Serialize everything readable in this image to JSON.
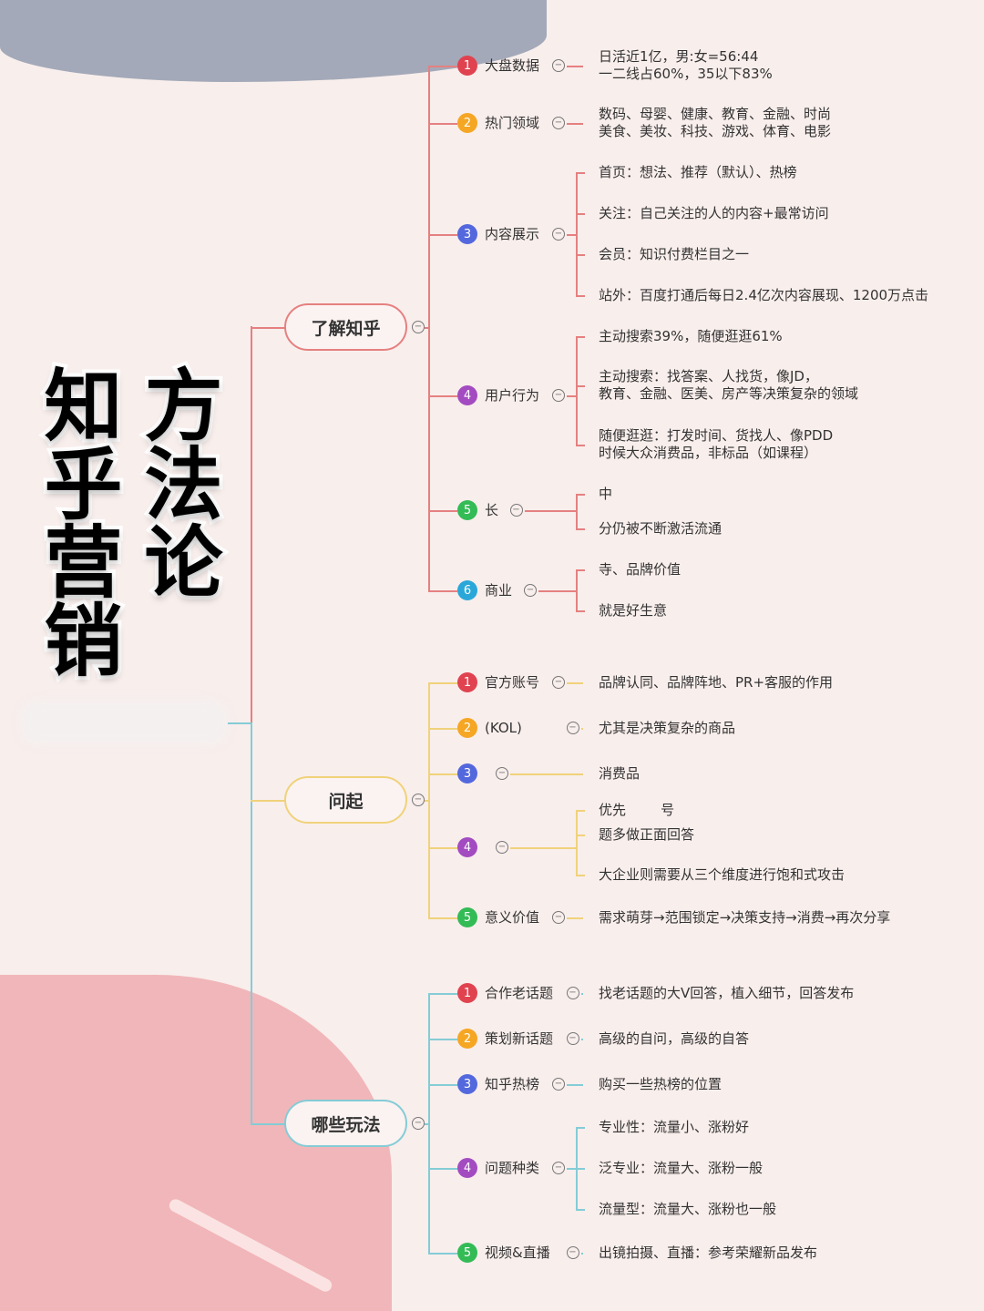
{
  "title_line1": "知乎营销",
  "title_line2": "方法论",
  "colors": {
    "branch1": "#e58080",
    "branch2": "#f0d27a",
    "branch3": "#84ccd6",
    "n1": "#e0434f",
    "n2": "#f5a623",
    "n3": "#5468dd",
    "n4": "#a34bc0",
    "n5": "#33bb55",
    "n6": "#2aa7d9"
  },
  "branches": [
    {
      "label": "了解知乎",
      "items": [
        {
          "num": "1",
          "label": "大盘数据",
          "details": [
            "日活近1亿，男:女=56:44\n一二线占60%，35以下83%"
          ]
        },
        {
          "num": "2",
          "label": "热门领域",
          "details": [
            "数码、母婴、健康、教育、金融、时尚\n美食、美妆、科技、游戏、体育、电影"
          ]
        },
        {
          "num": "3",
          "label": "内容展示",
          "details": [
            "首页：想法、推荐（默认）、热榜",
            "关注：自己关注的人的内容+最常访问",
            "会员：知识付费栏目之一",
            "站外：百度打通后每日2.4亿次内容展现、1200万点击"
          ]
        },
        {
          "num": "4",
          "label": "用户行为",
          "details": [
            "主动搜索39%，随便逛逛61%",
            "主动搜索：找答案、人找货，像JD，\n教育、金融、医美、房产等决策复杂的领域",
            "随便逛逛：打发时间、货找人、像PDD\n时候大众消费品，非标品（如课程）"
          ]
        },
        {
          "num": "5",
          "label": "长",
          "details": [
            "中",
            "分仍被不断激活流通"
          ]
        },
        {
          "num": "6",
          "label": "商业",
          "details": [
            "寺、品牌价值",
            "就是好生意"
          ]
        }
      ]
    },
    {
      "label": "问起",
      "items": [
        {
          "num": "1",
          "label": "官方账号",
          "details": [
            "品牌认同、品牌阵地、PR+客服的作用"
          ]
        },
        {
          "num": "2",
          "label": "(KOL)",
          "details": [
            "尤其是决策复杂的商品"
          ]
        },
        {
          "num": "3",
          "label": "",
          "details": [
            "消费品"
          ]
        },
        {
          "num": "4",
          "label": "",
          "details": [
            "优先        号",
            "题多做正面回答",
            "大企业则需要从三个维度进行饱和式攻击"
          ]
        },
        {
          "num": "5",
          "label": "意义价值",
          "details": [
            "需求萌芽→范围锁定→决策支持→消费→再次分享"
          ]
        }
      ]
    },
    {
      "label": "哪些玩法",
      "items": [
        {
          "num": "1",
          "label": "合作老话题",
          "details": [
            "找老话题的大V回答，植入细节，回答发布"
          ]
        },
        {
          "num": "2",
          "label": "策划新话题",
          "details": [
            "高级的自问，高级的自答"
          ]
        },
        {
          "num": "3",
          "label": "知乎热榜",
          "details": [
            "购买一些热榜的位置"
          ]
        },
        {
          "num": "4",
          "label": "问题种类",
          "details": [
            "专业性：流量小、涨粉好",
            "泛专业：流量大、涨粉一般",
            "流量型：流量大、涨粉也一般"
          ]
        },
        {
          "num": "5",
          "label": "视频&直播",
          "details": [
            "出镜拍摄、直播：参考荣耀新品发布"
          ]
        }
      ]
    }
  ]
}
